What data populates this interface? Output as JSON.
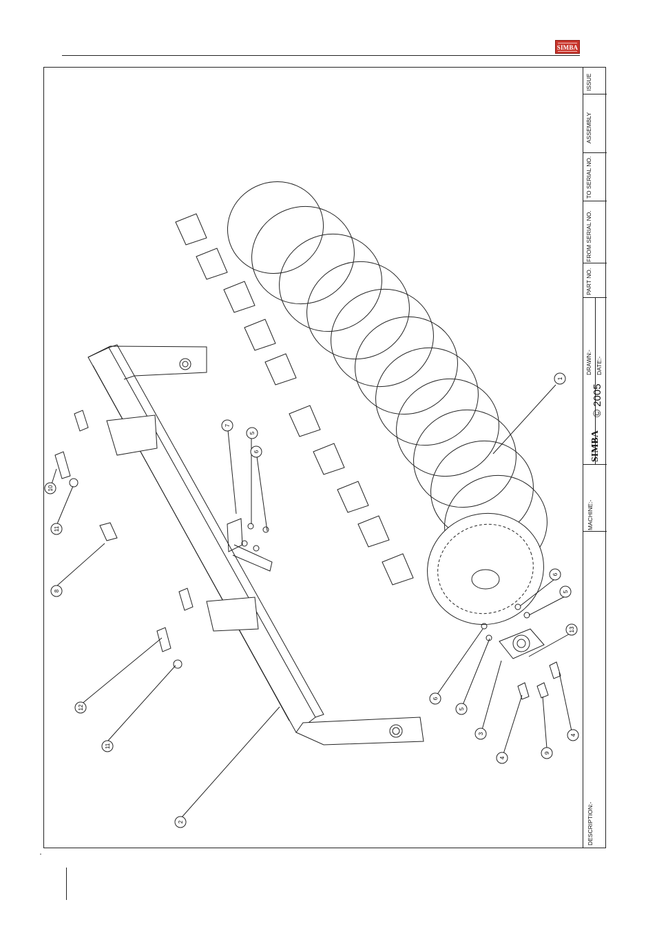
{
  "header": {
    "brand_logo_text": "SIMBA"
  },
  "title_block": {
    "description_label": "DESCRIPTION:-",
    "machine_label": "MACHINE:-",
    "brand_name": "SIMBA",
    "copyright": "© 2005",
    "drawn_label": "DRAWN:-",
    "date_label": "DATE:-",
    "part_no_label": "PART NO.",
    "from_serial_label": "FROM SERIAL NO.",
    "to_serial_label": "TO SERIAL NO.",
    "assembly_label": "ASSEMBLY",
    "issue_label": "ISSUE"
  },
  "callouts": [
    "1",
    "2",
    "3",
    "4",
    "4",
    "5",
    "5",
    "5",
    "6",
    "6",
    "6",
    "7",
    "8",
    "9",
    "10",
    "11",
    "11",
    "12",
    "13"
  ]
}
